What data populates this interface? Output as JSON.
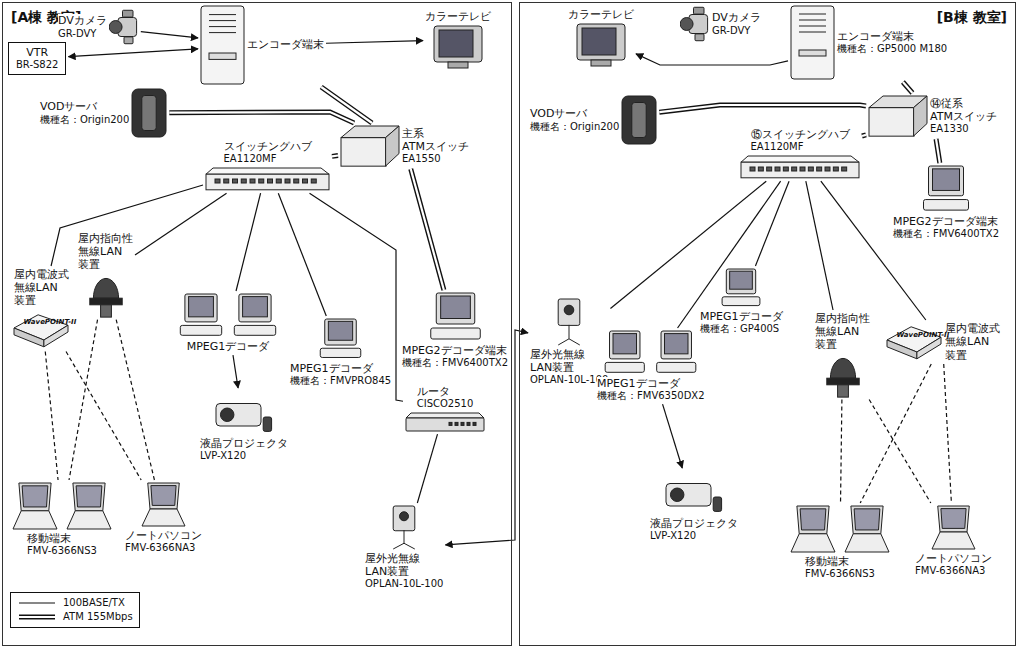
{
  "diagram": {
    "nodes": [
      {
        "text": [
          "[A棟 教室]"
        ]
      },
      {
        "text": [
          "DVカメラ",
          "GR-DVY"
        ],
        "in": 0
      },
      {
        "text": [
          "VTR",
          "BR-S822"
        ],
        "in": 0
      },
      {
        "text": [
          "エンコーダ端末"
        ],
        "in": 0
      },
      {
        "text": [
          "カラーテレビ"
        ],
        "in": 0
      },
      {
        "text": [
          "VODサーバ",
          "機種名：Origin200"
        ],
        "in": 0
      },
      {
        "text": [
          "主系 ATMスイッチ",
          "EA1550"
        ],
        "in": 0
      },
      {
        "text": [
          "スイッチングハブ",
          "EA1120MF"
        ],
        "in": 0
      },
      {
        "text": [
          "MPEG2デコーダ端末",
          "機種名：FMV6400TX2"
        ],
        "in": 0
      },
      {
        "text": [
          "屋内電波式 無線LAN 装置"
        ],
        "in": 0
      },
      {
        "text": [
          "屋内指向性 無線LAN 装置"
        ],
        "in": 0
      },
      {
        "text": [
          "MPEG1デコーダ"
        ],
        "in": 0
      },
      {
        "text": [
          "MPEG1デコーダ",
          "機種名：FMVPRO845"
        ],
        "in": 0
      },
      {
        "text": [
          "ルータ",
          "CISCO2510"
        ],
        "in": 0
      },
      {
        "text": [
          "液晶プロジェクタ",
          "LVP-X120"
        ],
        "in": 0
      },
      {
        "text": [
          "移動端末",
          "FMV-6366NS3"
        ],
        "in": 0
      },
      {
        "text": [
          "ノートパソコン",
          "FMV-6366NA3"
        ],
        "in": 0
      },
      {
        "text": [
          "屋外光無線 LAN装置",
          "OPLAN-10L-100"
        ],
        "in": 0
      },
      {
        "text": [
          "[B棟 教室]"
        ]
      },
      {
        "text": [
          "カラーテレビ"
        ],
        "in": 18
      },
      {
        "text": [
          "DVカメラ",
          "GR-DVY"
        ],
        "in": 18
      },
      {
        "text": [
          "エンコーダ端末",
          "機種名：GP5000 M180"
        ],
        "in": 18
      },
      {
        "text": [
          "VODサーバ",
          "機種名：Origin200"
        ],
        "in": 18
      },
      {
        "text": [
          "⑭従系 ATMスイッチ",
          "EA1330"
        ],
        "in": 18
      },
      {
        "text": [
          "⑮スイッチングハブ",
          "EA1120MF"
        ],
        "in": 18
      },
      {
        "text": [
          "MPEG2デコーダ端末",
          "機種名：FMV6400TX2"
        ],
        "in": 18
      },
      {
        "text": [
          "屋外光無線 LAN装置",
          "OPLAN-10L-100"
        ],
        "in": 18
      },
      {
        "text": [
          "MPEG1デコーダ",
          "機種名：GP400S"
        ],
        "in": 18
      },
      {
        "text": [
          "屋内指向性 無線LAN 装置"
        ],
        "in": 18
      },
      {
        "text": [
          "屋内電波式 無線LAN 装置"
        ],
        "in": 18
      },
      {
        "text": [
          "MPEG1デコーダ",
          "機種名：FMV6350DX2"
        ],
        "in": 18
      },
      {
        "text": [
          "液晶プロジェクタ",
          "LVP-X120"
        ],
        "in": 18
      },
      {
        "text": [
          "移動端末",
          "FMV-6366NS3"
        ],
        "in": 18
      },
      {
        "text": [
          "ノートパソコン",
          "FMV-6366NA3"
        ],
        "in": 18
      }
    ],
    "edges": [
      {
        "from": 1,
        "to": 3,
        "arrow": "to"
      },
      {
        "from": 2,
        "to": 3,
        "arrow": "both"
      },
      {
        "from": 3,
        "to": 4,
        "arrow": "to"
      },
      {
        "from": 3,
        "to": 6,
        "arrow": "none"
      },
      {
        "from": 5,
        "to": 6,
        "arrow": "none"
      },
      {
        "from": 6,
        "to": 7,
        "arrow": "none"
      },
      {
        "from": 6,
        "to": 8,
        "arrow": "none"
      },
      {
        "from": 7,
        "to": 9,
        "arrow": "none"
      },
      {
        "from": 7,
        "to": 10,
        "arrow": "none"
      },
      {
        "from": 7,
        "to": 11,
        "arrow": "none"
      },
      {
        "from": 7,
        "to": 12,
        "arrow": "none"
      },
      {
        "from": 7,
        "to": 13,
        "arrow": "none"
      },
      {
        "from": 11,
        "to": 14,
        "arrow": "to"
      },
      {
        "from": 13,
        "to": 17,
        "arrow": "none"
      },
      {
        "from": 9,
        "to": 15,
        "arrow": "none"
      },
      {
        "from": 9,
        "to": 16,
        "arrow": "none"
      },
      {
        "from": 10,
        "to": 15,
        "arrow": "none"
      },
      {
        "from": 10,
        "to": 16,
        "arrow": "none"
      },
      {
        "from": 17,
        "to": 26,
        "arrow": "both"
      },
      {
        "from": 21,
        "to": 19,
        "arrow": "to"
      },
      {
        "from": 21,
        "to": 23,
        "arrow": "none"
      },
      {
        "from": 22,
        "to": 23,
        "arrow": "none"
      },
      {
        "from": 23,
        "to": 24,
        "arrow": "none"
      },
      {
        "from": 23,
        "to": 25,
        "arrow": "none"
      },
      {
        "from": 24,
        "to": 26,
        "arrow": "none"
      },
      {
        "from": 24,
        "to": 30,
        "arrow": "none"
      },
      {
        "from": 24,
        "to": 27,
        "arrow": "none"
      },
      {
        "from": 24,
        "to": 28,
        "arrow": "none"
      },
      {
        "from": 24,
        "to": 29,
        "arrow": "none"
      },
      {
        "from": 30,
        "to": 31,
        "arrow": "to"
      },
      {
        "from": 28,
        "to": 32,
        "arrow": "none"
      },
      {
        "from": 28,
        "to": 33,
        "arrow": "none"
      },
      {
        "from": 29,
        "to": 32,
        "arrow": "none"
      },
      {
        "from": 29,
        "to": 33,
        "arrow": "none"
      }
    ],
    "labels": [
      "WavePOINT-II",
      "WavePOINT-II"
    ],
    "legend": [
      {
        "text": "100BASE/TX"
      },
      {
        "text": "ATM 155Mbps"
      }
    ]
  }
}
